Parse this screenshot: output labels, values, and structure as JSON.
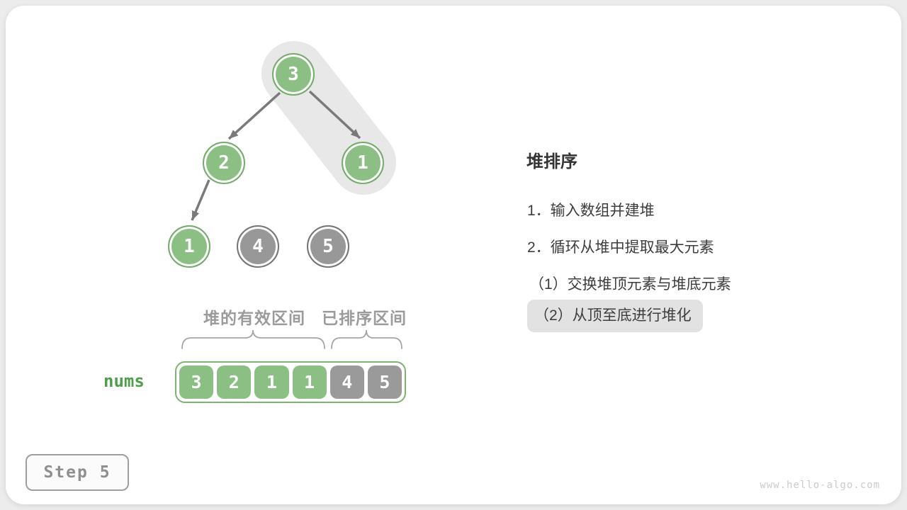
{
  "panel": {
    "title": "堆排序",
    "items": [
      {
        "label": "1．输入数组并建堆",
        "highlighted": false
      },
      {
        "label": "2．循环从堆中提取最大元素",
        "highlighted": false
      },
      {
        "label": "（1）交换堆顶元素与堆底元素",
        "highlighted": false
      },
      {
        "label": "（2）从顶至底进行堆化",
        "highlighted": true
      }
    ]
  },
  "tree": {
    "nodes": [
      {
        "value": "3",
        "state": "heap"
      },
      {
        "value": "2",
        "state": "heap"
      },
      {
        "value": "1",
        "state": "heap"
      },
      {
        "value": "1",
        "state": "heap"
      },
      {
        "value": "4",
        "state": "sorted"
      },
      {
        "value": "5",
        "state": "sorted"
      }
    ],
    "highlight": "swap path from root (3) to right child (1)"
  },
  "array": {
    "label": "nums",
    "cells": [
      {
        "value": "3",
        "state": "heap"
      },
      {
        "value": "2",
        "state": "heap"
      },
      {
        "value": "1",
        "state": "heap"
      },
      {
        "value": "1",
        "state": "heap"
      },
      {
        "value": "4",
        "state": "sorted"
      },
      {
        "value": "5",
        "state": "sorted"
      }
    ]
  },
  "ranges": {
    "heap_label": "堆的有效区间",
    "sorted_label": "已排序区间"
  },
  "step_badge": {
    "label": "Step 5"
  },
  "watermark": "www.hello-algo.com",
  "colors": {
    "heap_green": "#8cbf83",
    "heap_green_border": "#74ad6a",
    "sorted_gray": "#989898",
    "sorted_gray_border": "#757575",
    "edge_gray": "#7a7a7a",
    "swap_band_gray": "#e8e8e8",
    "highlight_pill": "#e2e2e2",
    "text_dark": "#3d3d3d",
    "muted_gray": "#9b9b9b",
    "nums_green": "#4f9e4c",
    "watermark_gray": "#cbcbcb"
  }
}
